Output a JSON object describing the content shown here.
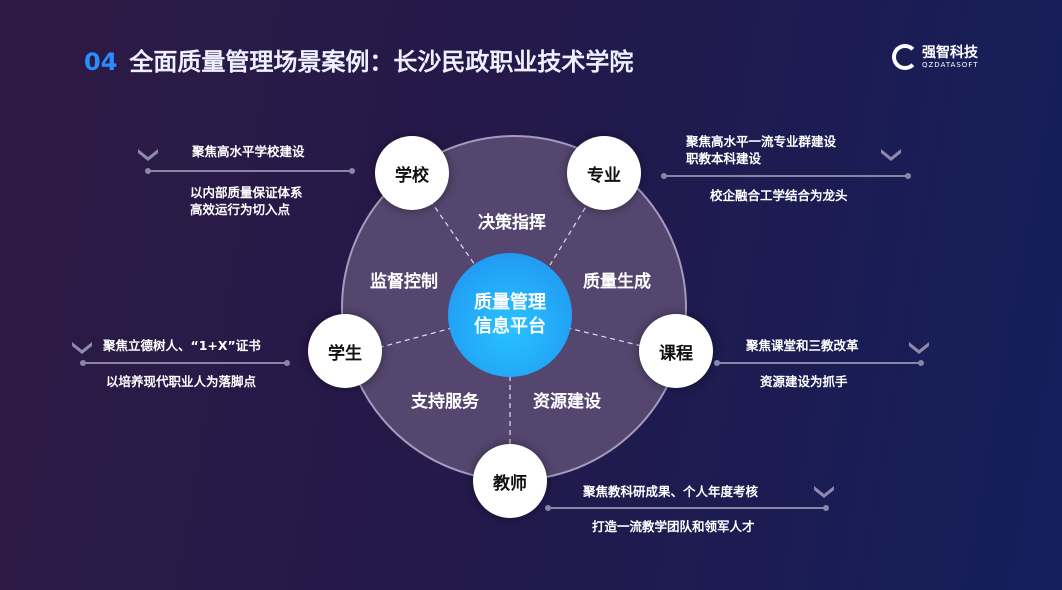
{
  "header": {
    "number": "04",
    "title": "全面质量管理场景案例：长沙民政职业技术学院",
    "logo_name": "强智科技",
    "logo_sub": "QZDATASOFT"
  },
  "center": {
    "line1": "质量管理",
    "line2": "信息平台"
  },
  "segments": [
    "决策指挥",
    "质量生成",
    "资源建设",
    "支持服务",
    "监督控制"
  ],
  "nodes": {
    "school": {
      "label": "学校",
      "top": "聚焦高水平学校建设",
      "bottom1": "以内部质量保证体系",
      "bottom2": "高效运行为切入点"
    },
    "major": {
      "label": "专业",
      "top1": "聚焦高水平一流专业群建设",
      "top2": "职教本科建设",
      "bottom": "校企融合工学结合为龙头"
    },
    "student": {
      "label": "学生",
      "top": "聚焦立德树人、“1+X”证书",
      "bottom": "以培养现代职业人为落脚点"
    },
    "course": {
      "label": "课程",
      "top": "聚焦课堂和三教改革",
      "bottom": "资源建设为抓手"
    },
    "teacher": {
      "label": "教师",
      "top": "聚焦教科研成果、个人年度考核",
      "bottom": "打造一流教学团队和领军人才"
    }
  },
  "colors": {
    "accent": "#2a8cff",
    "center": "#1fa8ff"
  }
}
